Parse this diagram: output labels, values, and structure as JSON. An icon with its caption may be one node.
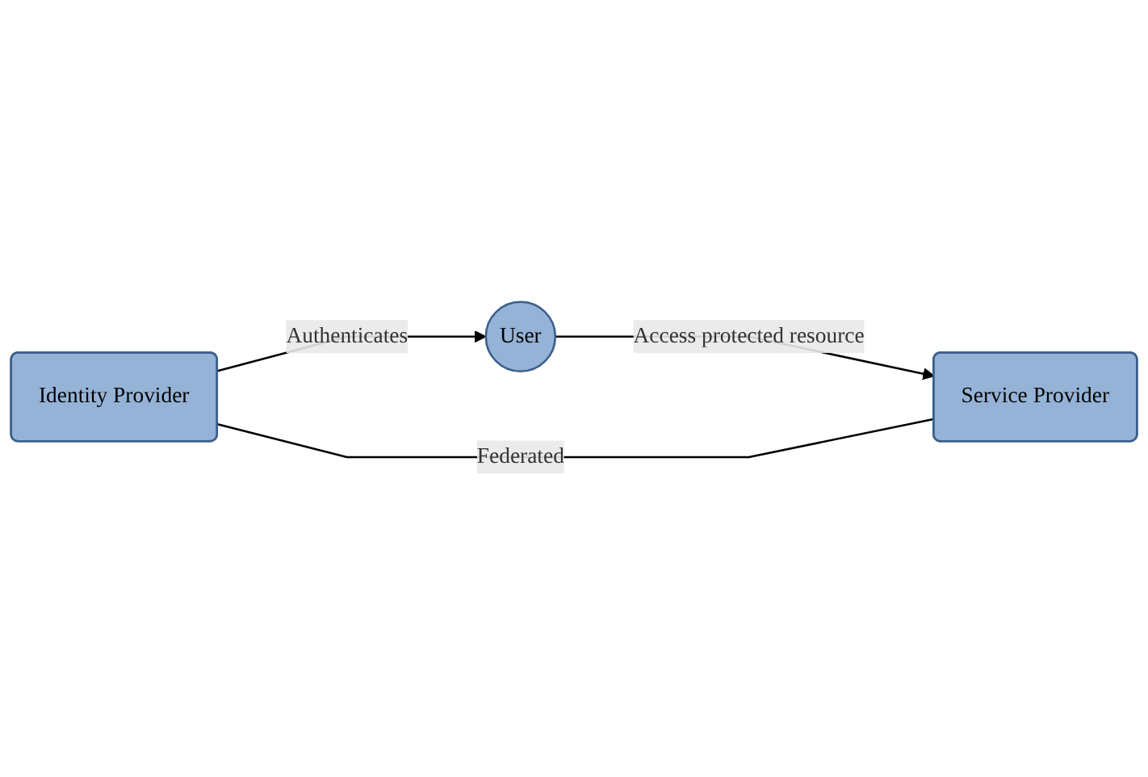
{
  "diagram": {
    "nodes": [
      {
        "text": [
          "User"
        ]
      },
      {
        "text": [
          "Identity Provider"
        ]
      },
      {
        "text": [
          "Service Provider"
        ]
      }
    ],
    "edges": [
      {
        "from": 1,
        "to": 0,
        "arrow": "to",
        "label": "Authenticates"
      },
      {
        "from": 0,
        "to": 2,
        "arrow": "to",
        "label": "Access protected resource"
      },
      {
        "from": 1,
        "to": 2,
        "arrow": "none",
        "label": "Federated"
      }
    ]
  }
}
